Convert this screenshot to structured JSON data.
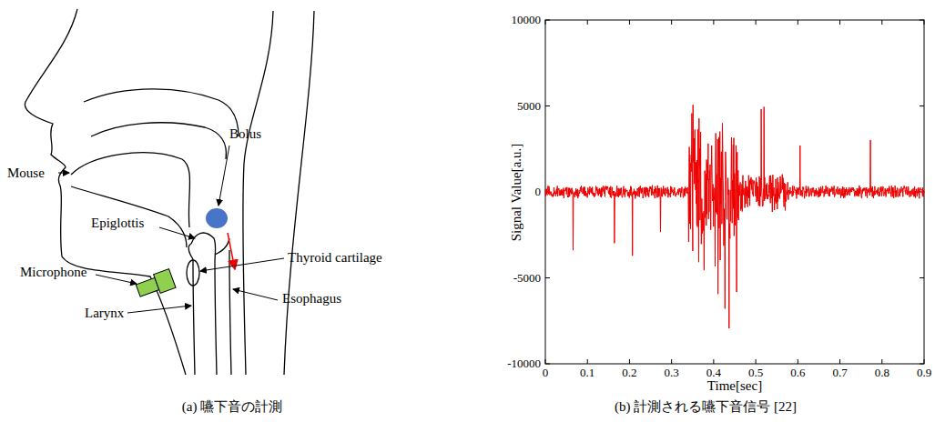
{
  "diagram": {
    "labels": [
      "Mouse",
      "Bolus",
      "Epiglottis",
      "Thyroid cartilage",
      "Microphone",
      "Larynx",
      "Esophagus",
      "10000",
      "5000",
      "0",
      "-5000",
      "-10000",
      "0",
      "0.1",
      "0.2",
      "0.3",
      "0.4",
      "0.5",
      "0.6",
      "0.7",
      "0.8",
      "0.9",
      "Signal Value[a.u.]",
      "Time[sec]",
      "(a) 嚥下音の計測",
      "(b) 計測される嚥下音信号 [22]"
    ]
  }
}
